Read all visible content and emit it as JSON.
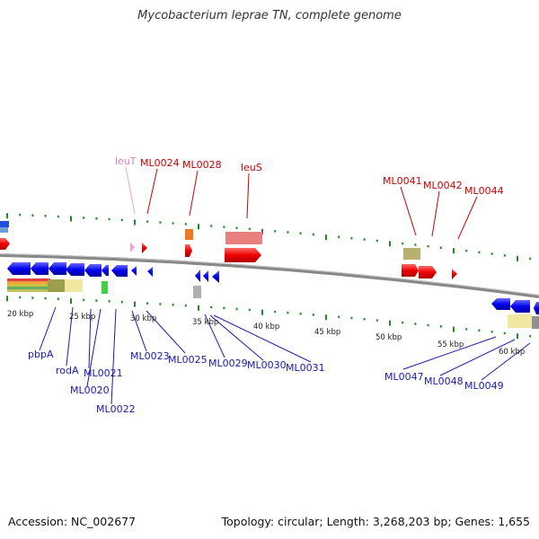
{
  "title": "Mycobacterium leprae TN, complete genome",
  "footer": {
    "accession": "Accession: NC_002677",
    "summary": "Topology: circular; Length: 3,268,203 bp; Genes: 1,655"
  },
  "colors": {
    "forward": "#ff0000",
    "reverse": "#0000ee",
    "tick": "#1e8c1e",
    "backbone": "#888888",
    "trna": "#f0a0d0",
    "rrna_leuS": "#e88080",
    "olive": "#b8b070",
    "pale_yellow": "#f0e8a0",
    "orange": "#f07820",
    "grey": "#b0b0b0",
    "green": "#40d040"
  },
  "scale_labels": [
    "20 kbp",
    "25 kbp",
    "30 kbp",
    "35 kbp",
    "40 kbp",
    "45 kbp",
    "50 kbp",
    "55 kbp",
    "60 kbp"
  ],
  "top_labels": [
    {
      "text": "leuT",
      "kind": "pink"
    },
    {
      "text": "ML0024",
      "kind": "red"
    },
    {
      "text": "ML0028",
      "kind": "red"
    },
    {
      "text": "leuS",
      "kind": "red"
    },
    {
      "text": "ML0041",
      "kind": "red"
    },
    {
      "text": "ML0042",
      "kind": "red"
    },
    {
      "text": "ML0044",
      "kind": "red"
    }
  ],
  "bottom_labels": [
    {
      "text": "pbpA"
    },
    {
      "text": "rodA"
    },
    {
      "text": "ML0021"
    },
    {
      "text": "ML0020"
    },
    {
      "text": "ML0022"
    },
    {
      "text": "ML0023"
    },
    {
      "text": "ML0025"
    },
    {
      "text": "ML0029"
    },
    {
      "text": "ML0030"
    },
    {
      "text": "ML0031"
    },
    {
      "text": "ML0047"
    },
    {
      "text": "ML0048"
    },
    {
      "text": "ML0049"
    }
  ]
}
